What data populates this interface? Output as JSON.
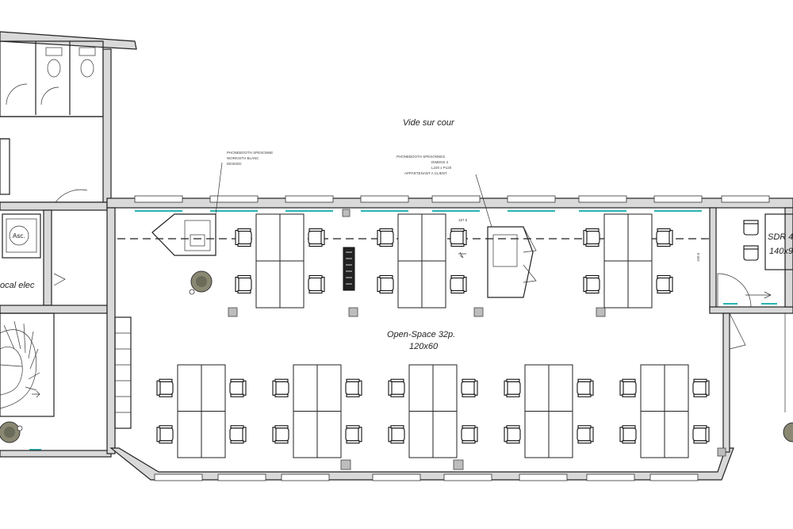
{
  "plan": {
    "labels": {
      "vide_sur_cour": "Vide sur cour",
      "open_space": "Open-Space 32p.",
      "open_space_desk": "120x60",
      "sdr": "SDR 4",
      "sdr_desk": "140x9",
      "local_elec": "ocal elec",
      "asc": "Asc."
    },
    "notes": {
      "phonebooth_1": [
        "PHONEBOOTH SPESONNE",
        "WORKSITH BLANC",
        "DESKED"
      ],
      "phonebooth_2": [
        "PHONEBOOTH SPESONNES",
        "DIMENS 2",
        "L220 x P120",
        "APPARTENANT A CLIENT"
      ],
      "dim_1": "157.5",
      "dim_2": "150.5"
    },
    "counts": {
      "open_space_seats": 32
    },
    "colors": {
      "wall": "#d9d9d9",
      "line": "#222222",
      "accent": "#2bb3b3",
      "plant": "#6b6b5a"
    }
  }
}
